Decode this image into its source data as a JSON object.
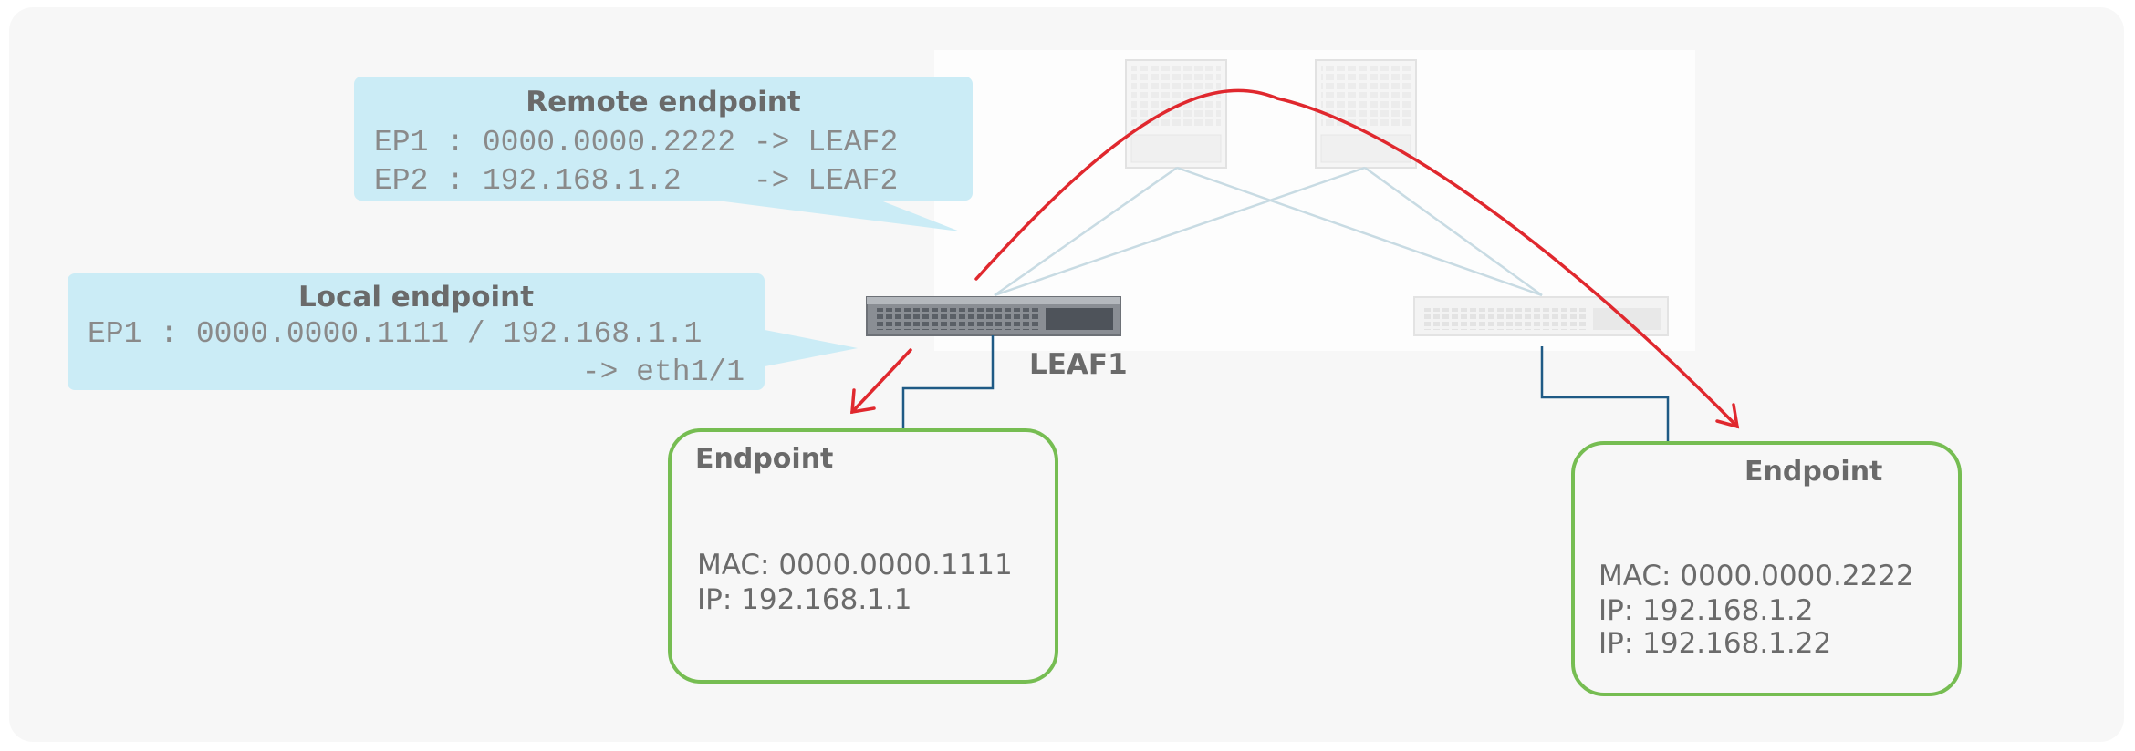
{
  "remote_callout": {
    "title": "Remote endpoint",
    "line1": "EP1 : 0000.0000.2222 -> LEAF2",
    "line2": "EP2 : 192.168.1.2    -> LEAF2"
  },
  "local_callout": {
    "title": "Local endpoint",
    "line1": "EP1 : 0000.0000.1111 / 192.168.1.1",
    "line2": "-> eth1/1"
  },
  "leaf1": {
    "label": "LEAF1"
  },
  "endpoint1": {
    "title": "Endpoint",
    "mac": "MAC: 0000.0000.1111",
    "ip1": "IP: 192.168.1.1"
  },
  "endpoint2": {
    "title": "Endpoint",
    "mac": "MAC: 0000.0000.2222",
    "ip1": "IP: 192.168.1.2",
    "ip2": "IP: 192.168.1.22"
  },
  "colors": {
    "callout_fill": "#cbecf6",
    "endpoint_border": "#76bd52",
    "flow_arrow": "#e0282e",
    "access_link": "#1f5a85",
    "fabric_link": "#c8dbe3"
  }
}
